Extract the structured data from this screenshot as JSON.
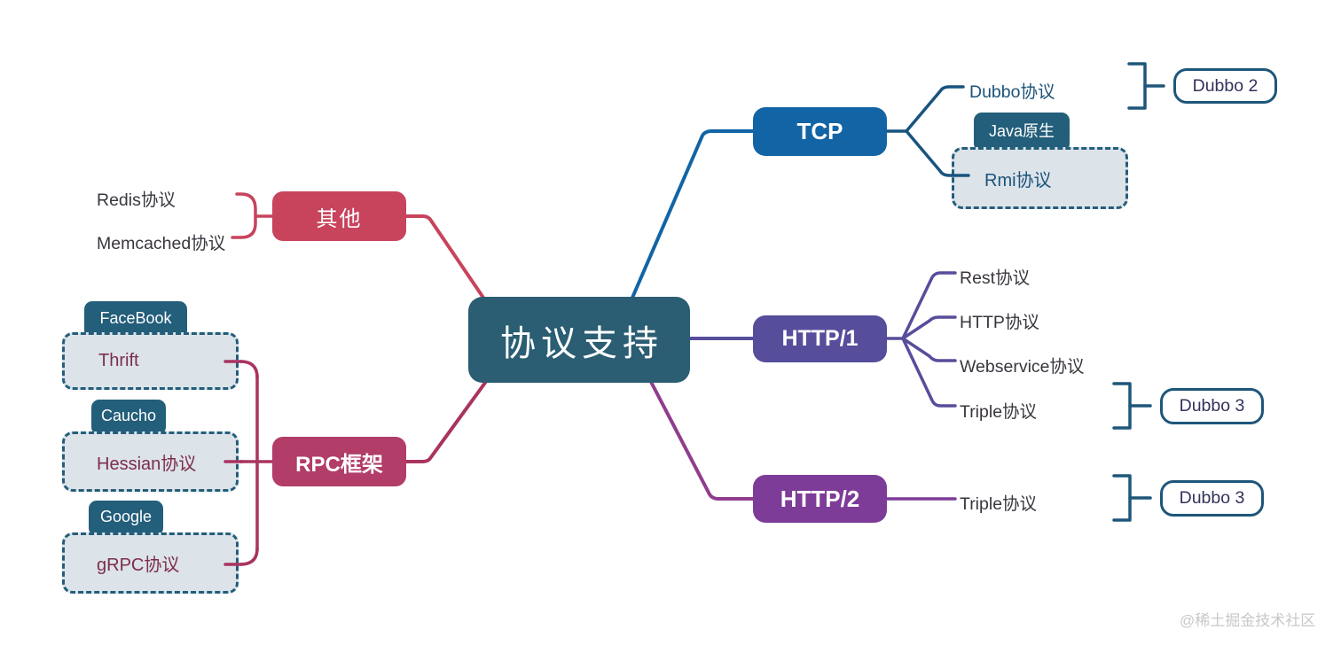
{
  "watermark": "@稀土掘金技术社区",
  "center": {
    "label": "协议支持"
  },
  "branches": {
    "tcp": {
      "label": "TCP"
    },
    "http1": {
      "label": "HTTP/1"
    },
    "http2": {
      "label": "HTTP/2"
    },
    "other": {
      "label": "其他"
    },
    "rpc": {
      "label": "RPC框架"
    }
  },
  "tcp_children": {
    "dubbo": {
      "label": "Dubbo协议"
    },
    "rmi": {
      "tag": "Java原生",
      "label": "Rmi协议"
    }
  },
  "http1_children": {
    "rest": {
      "label": "Rest协议"
    },
    "http": {
      "label": "HTTP协议"
    },
    "webservice": {
      "label": "Webservice协议"
    },
    "triple": {
      "label": "Triple协议"
    }
  },
  "http2_children": {
    "triple": {
      "label": "Triple协议"
    }
  },
  "other_children": {
    "redis": {
      "label": "Redis协议"
    },
    "memcached": {
      "label": "Memcached协议"
    }
  },
  "rpc_children": {
    "thrift": {
      "tag": "FaceBook",
      "label": "Thrift"
    },
    "hessian": {
      "tag": "Caucho",
      "label": "Hessian协议"
    },
    "grpc": {
      "tag": "Google",
      "label": "gRPC协议"
    }
  },
  "versions": {
    "dubbo2": {
      "label": "Dubbo 2"
    },
    "dubbo3_http1": {
      "label": "Dubbo 3"
    },
    "dubbo3_http2": {
      "label": "Dubbo 3"
    }
  },
  "colors": {
    "center_bg": "#2b5d73",
    "tcp_bg": "#1264a5",
    "http1_bg": "#564d9b",
    "http2_bg": "#7d3c98",
    "other_bg": "#c8435c",
    "rpc_bg": "#b13d68",
    "tag_bg": "#235e7a",
    "dashed_fill": "#dce3e9",
    "dashed_border": "#235e7a",
    "bracket_stroke": "#1e567a",
    "teal_text": "#1d537a",
    "maroon_text": "#7d2d49",
    "dark_text": "#3a353e",
    "version_text": "#32325c",
    "watermark_text": "#c8c8c8"
  }
}
